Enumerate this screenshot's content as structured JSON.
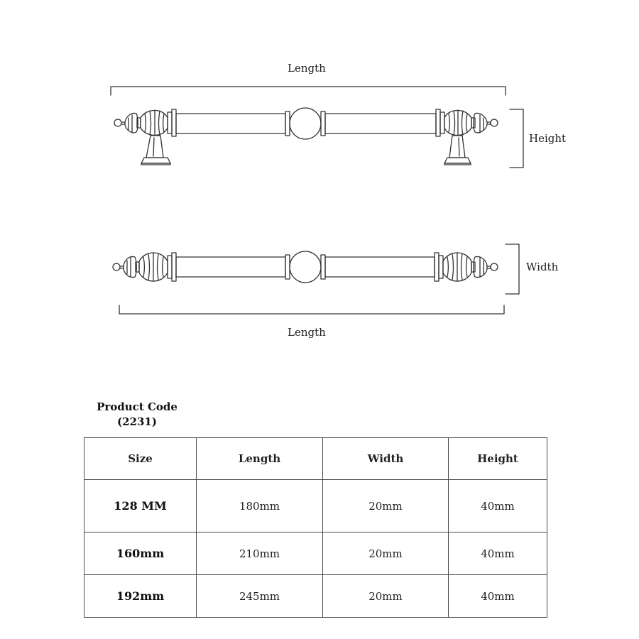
{
  "diagram": {
    "top_view": {
      "length_label": "Length",
      "height_label": "Height"
    },
    "side_view": {
      "length_label": "Length",
      "width_label": "Width"
    },
    "line_color": "#333333"
  },
  "product": {
    "code_title": "Product Code",
    "code_value": "(2231)"
  },
  "table": {
    "headers": [
      "Size",
      "Length",
      "Width",
      "Height"
    ],
    "rows": [
      [
        "128 MM",
        "180mm",
        "20mm",
        "40mm"
      ],
      [
        "160mm",
        "210mm",
        "20mm",
        "40mm"
      ],
      [
        "192mm",
        "245mm",
        "20mm",
        "40mm"
      ]
    ]
  }
}
